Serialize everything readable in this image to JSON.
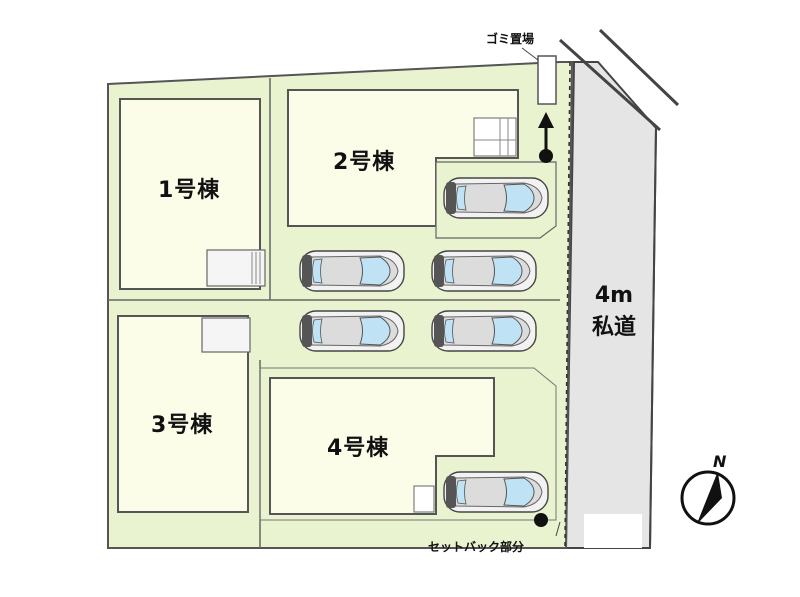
{
  "map": {
    "buildings": [
      {
        "id": "b1",
        "label": "1号棟"
      },
      {
        "id": "b2",
        "label": "2号棟"
      },
      {
        "id": "b3",
        "label": "3号棟"
      },
      {
        "id": "b4",
        "label": "4号棟"
      }
    ],
    "road": {
      "width_label": "4m",
      "type_label": "私道"
    },
    "garbage_label": "ゴミ置場",
    "setback_label": "セットバック部分",
    "compass_label": "N",
    "colors": {
      "lot": "#e9f3cf",
      "building": "#fbfde8",
      "road": "#e5e5e5",
      "outline": "#555555",
      "windshield": "#bfe3f5"
    }
  }
}
